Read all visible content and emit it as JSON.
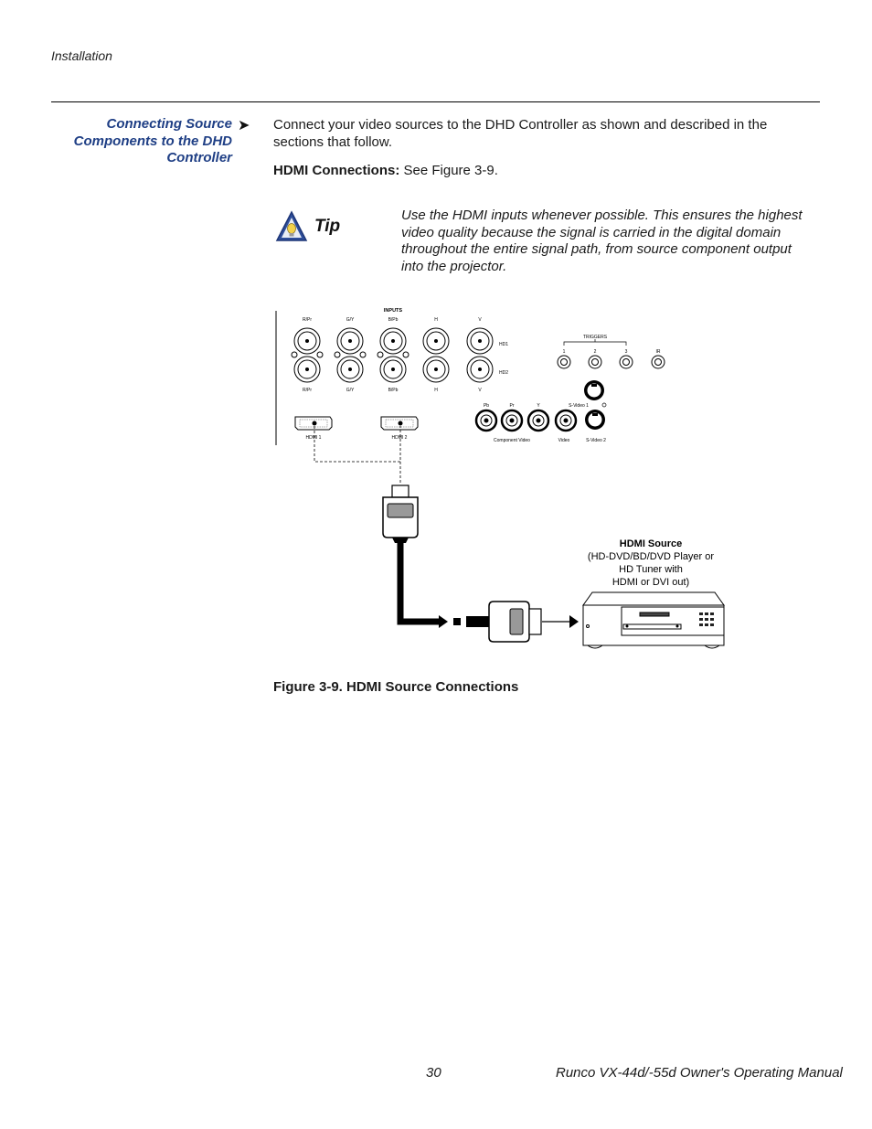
{
  "header": {
    "section_label": "Installation"
  },
  "section": {
    "heading": "Connecting Source Components to the DHD Controller",
    "intro": "Connect your video sources to the DHD Controller as shown and described in the sections that follow.",
    "subhead_bold": "HDMI Connections:",
    "subhead_rest": " See Figure 3-9."
  },
  "tip": {
    "label": "Tip",
    "text": "Use the HDMI inputs whenever possible. This ensures the highest video quality because the signal is carried in the digital domain throughout the entire signal path, from source component output into the projector."
  },
  "figure": {
    "caption": "Figure 3-9. HDMI Source Connections",
    "panel": {
      "inputs_label": "INPUTS",
      "top_labels": [
        "R/Pr",
        "G/Y",
        "B/Pb",
        "H",
        "V"
      ],
      "bottom_labels": [
        "R/Pr",
        "G/Y",
        "B/Pb",
        "H",
        "V"
      ],
      "hd1": "HD1",
      "hd2": "HD2",
      "triggers_label": "TRIGGERS",
      "trigger_labels": [
        "1",
        "2",
        "3",
        "IR"
      ],
      "rca_labels": [
        "Pb",
        "Pr",
        "Y"
      ],
      "svideo1": "S-Video 1",
      "svideo2": "S-Video 2",
      "component_video": "Component Video",
      "video": "Video",
      "hdmi1": "HDMI 1",
      "hdmi2": "HDMI 2"
    },
    "source": {
      "title": "HDMI Source",
      "line1": "(HD-DVD/BD/DVD Player or",
      "line2": "HD Tuner with",
      "line3": "HDMI or DVI out)"
    }
  },
  "footer": {
    "page_number": "30",
    "manual_title": "Runco VX-44d/-55d Owner's Operating Manual"
  }
}
